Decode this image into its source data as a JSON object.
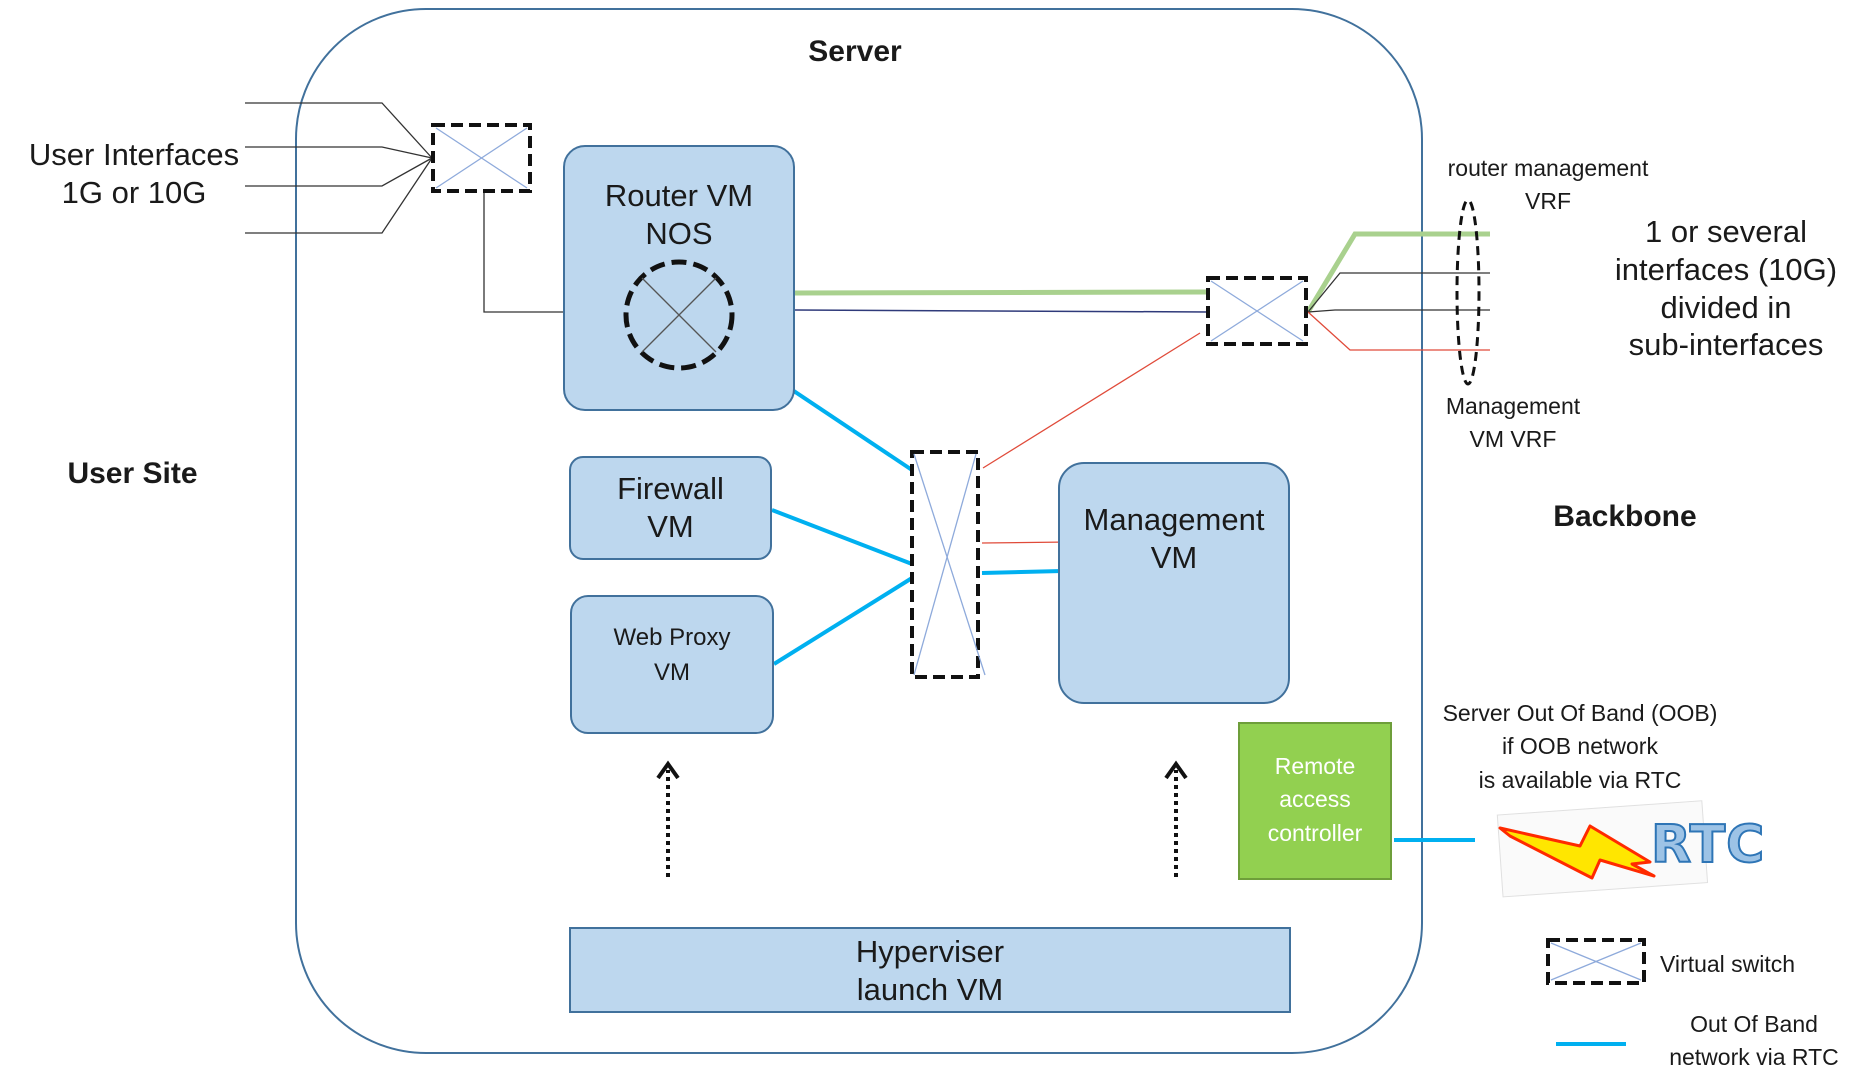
{
  "server": {
    "label": "Server"
  },
  "sites": {
    "user_site": "User Site",
    "backbone": "Backbone"
  },
  "user_interfaces": {
    "line1": "User Interfaces",
    "line2": "1G or 10G"
  },
  "router_vm": {
    "line1": "Router VM",
    "line2": "NOS"
  },
  "firewall_vm": {
    "line1": "Firewall",
    "line2": "VM"
  },
  "web_proxy_vm": {
    "line1": "Web Proxy",
    "line2": "VM"
  },
  "management_vm": {
    "line1": "Management",
    "line2": "VM"
  },
  "hypervisor": {
    "line1": "Hyperviser",
    "line2": "launch VM"
  },
  "remote_access_controller": {
    "line1": "Remote",
    "line2": "access",
    "line3": "controller"
  },
  "vrf": {
    "router_mgmt_line1": "router management",
    "router_mgmt_line2": "VRF",
    "mgmt_vm_line1": "Management",
    "mgmt_vm_line2": "VM VRF"
  },
  "backbone_interfaces": {
    "line1": "1 or several",
    "line2": "interfaces (10G)",
    "line3": "divided in",
    "line4": "sub-interfaces"
  },
  "oob": {
    "line1": "Server Out Of Band (OOB)",
    "line2": "if OOB network",
    "line3": "is available via RTC",
    "rtc_logo": "RTC"
  },
  "legend": {
    "virtual_switch": "Virtual switch",
    "oob_line1": "Out Of Band",
    "oob_line2": "network via RTC"
  },
  "colors": {
    "vm_fill": "#bdd7ee",
    "vm_border": "#41719c",
    "oob_link": "#00b0f0",
    "vrf_link": "#a9d18e",
    "mgmt_link": "#e04b3a",
    "rac_fill": "#92d050"
  }
}
